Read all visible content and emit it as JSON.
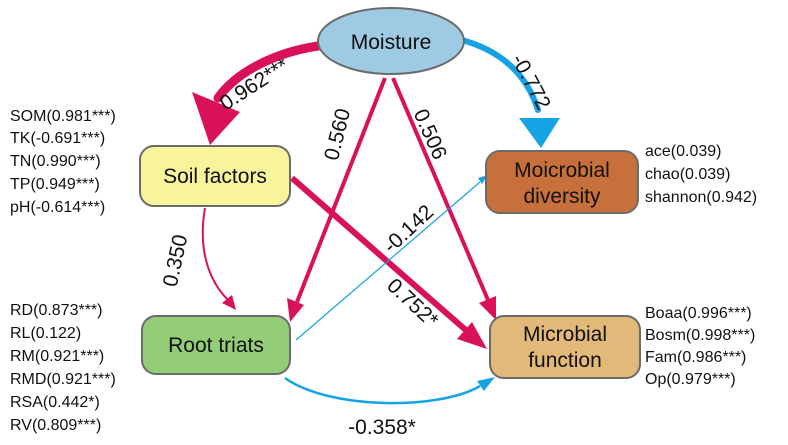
{
  "colors": {
    "positive": "#d8115a",
    "negative": "#16a3e4",
    "moisture": "#9ecbe3",
    "soil": "#f8f49c",
    "diversity": "#c8703c",
    "root": "#93cd78",
    "function": "#e3b97a",
    "border": "#6b6b6b"
  },
  "nodes": {
    "moisture": "Moisture",
    "soil": "Soil factors",
    "diversity_line1": "Moicrobial",
    "diversity_line2": "diversity",
    "root": "Root triats",
    "function_line1": "Microbial",
    "function_line2": "function"
  },
  "paths": {
    "moisture_soil": "0.962***",
    "moisture_diversity": "-0.772",
    "moisture_root": "0.560",
    "moisture_function": "0.506",
    "soil_root": "0.350",
    "soil_function": "0.752*",
    "root_diversity": "-0.142",
    "root_function": "-0.358*"
  },
  "indicators": {
    "soil": [
      "SOM(0.981***)",
      "TK(-0.691***)",
      "TN(0.990***)",
      "TP(0.949***)",
      "pH(-0.614***)"
    ],
    "diversity": [
      "ace(0.039)",
      "chao(0.039)",
      "shannon(0.942)"
    ],
    "root": [
      "RD(0.873***)",
      "RL(0.122)",
      "RM(0.921***)",
      "RMD(0.921***)",
      "RSA(0.442*)",
      "RV(0.809***)"
    ],
    "function": [
      "Boaa(0.996***)",
      "Bosm(0.998***)",
      "Fam(0.986***)",
      "Op(0.979***)"
    ]
  }
}
